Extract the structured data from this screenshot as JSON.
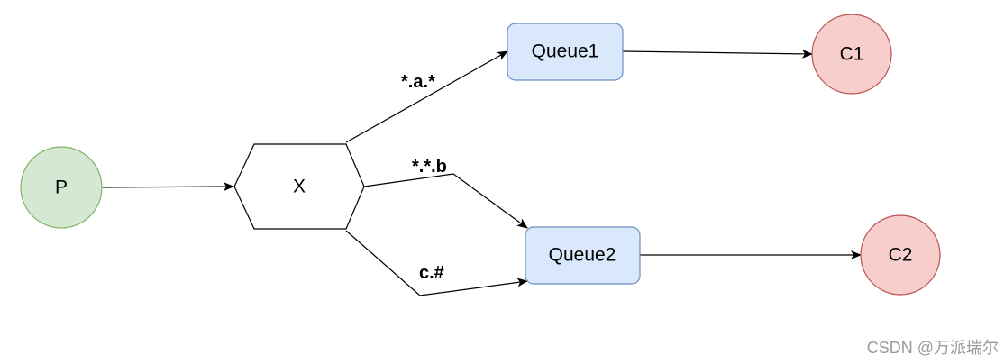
{
  "nodes": {
    "producer": {
      "label": "P",
      "fill": "#d5e8d4",
      "stroke": "#82b366"
    },
    "exchange": {
      "label": "X",
      "fill": "#ffffff",
      "stroke": "#000000"
    },
    "queue1": {
      "label": "Queue1",
      "fill": "#dae8fc",
      "stroke": "#6c8ebf"
    },
    "queue2": {
      "label": "Queue2",
      "fill": "#dae8fc",
      "stroke": "#6c8ebf"
    },
    "consumer1": {
      "label": "C1",
      "fill": "#f8cecc",
      "stroke": "#b85450"
    },
    "consumer2": {
      "label": "C2",
      "fill": "#f8cecc",
      "stroke": "#b85450"
    }
  },
  "edges": {
    "binding_a": {
      "label": "*.a.*"
    },
    "binding_b": {
      "label": "*.*.b"
    },
    "binding_c": {
      "label": "c.#"
    }
  },
  "watermark": "CSDN @万派瑞尔"
}
